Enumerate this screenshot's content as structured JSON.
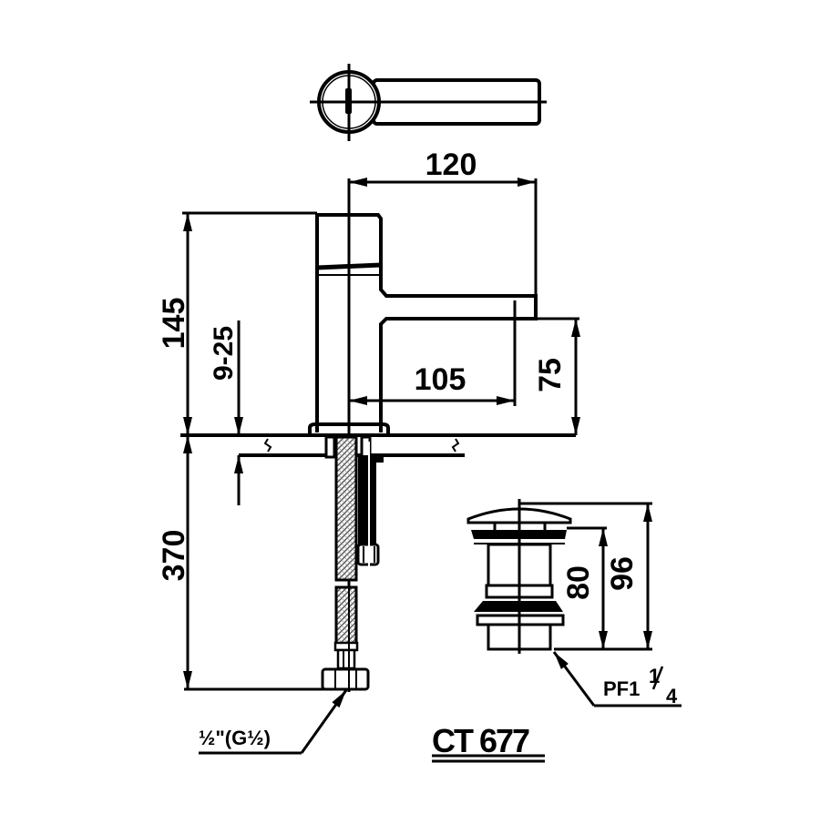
{
  "drawing": {
    "model": "CT 677",
    "colors": {
      "line": "#000000",
      "background": "#ffffff"
    },
    "faucet": {
      "dimensions": {
        "spout_reach_total": "120",
        "spout_reach_outlet": "105",
        "overall_height": "145",
        "outlet_height": "75",
        "deck_thickness": "9-25",
        "hose_length": "370"
      },
      "hose_connection": {
        "thread_main": "1/2\"",
        "thread_alt": "(G1/2)",
        "display": "½\"(G½)"
      }
    },
    "drain": {
      "dimensions": {
        "body_height": "80",
        "total_height": "96"
      },
      "thread": {
        "prefix": "PF1",
        "fraction_num": "1",
        "fraction_den": "4",
        "display": "PF1 1/4"
      }
    }
  }
}
